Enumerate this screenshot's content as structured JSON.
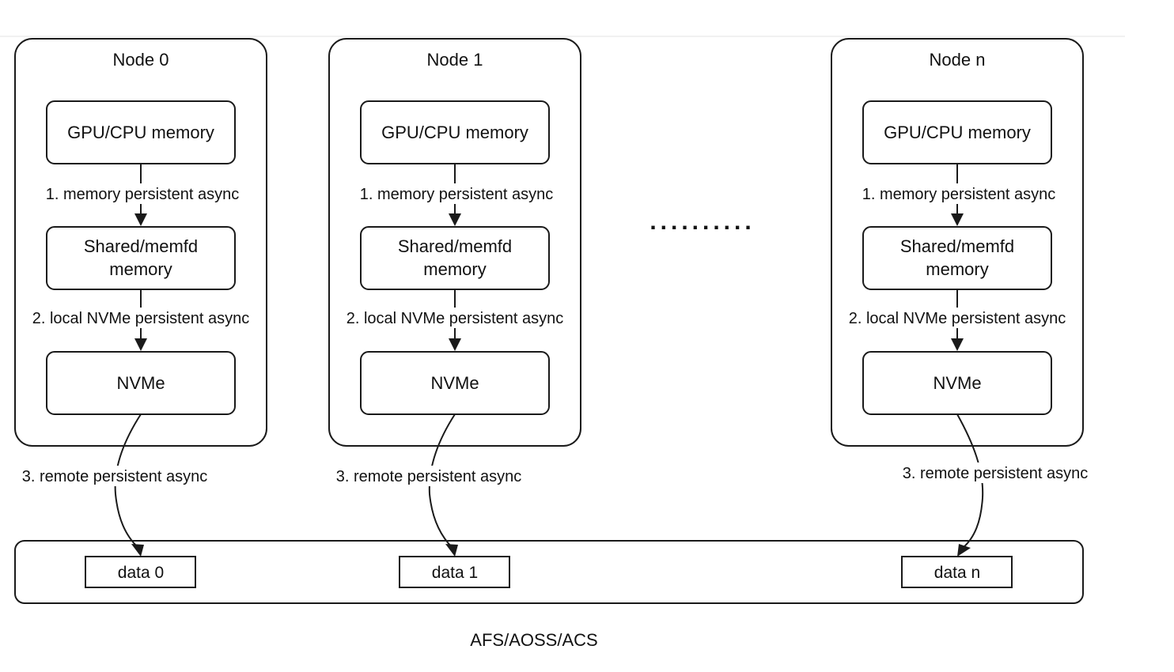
{
  "nodes": [
    {
      "title": "Node 0",
      "gpu_mem": "GPU/CPU memory",
      "shared_line1": "Shared/memfd",
      "shared_line2": "memory",
      "nvme": "NVMe",
      "step1": "1. memory persistent async",
      "step2": "2. local NVMe persistent async",
      "step3": "3. remote persistent async",
      "data": "data 0"
    },
    {
      "title": "Node 1",
      "gpu_mem": "GPU/CPU memory",
      "shared_line1": "Shared/memfd",
      "shared_line2": "memory",
      "nvme": "NVMe",
      "step1": "1. memory persistent async",
      "step2": "2. local NVMe persistent async",
      "step3": "3. remote persistent async",
      "data": "data 1"
    },
    {
      "title": "Node n",
      "gpu_mem": "GPU/CPU memory",
      "shared_line1": "Shared/memfd",
      "shared_line2": "memory",
      "nvme": "NVMe",
      "step1": "1. memory persistent async",
      "step2": "2. local NVMe persistent async",
      "step3": "3. remote persistent async",
      "data": "data n"
    }
  ],
  "ellipsis": "..........",
  "storage_label": "AFS/AOSS/ACS"
}
